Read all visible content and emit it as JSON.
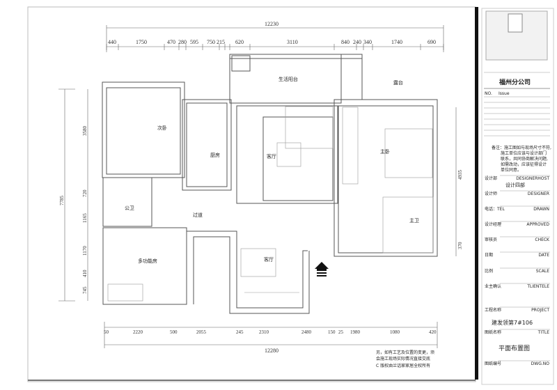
{
  "rooms": {
    "second_bedroom": "次卧",
    "kitchen": "厨房",
    "living_room": "客厅",
    "utility_balcony": "生活阳台",
    "terrace": "露台",
    "master_bedroom": "主卧",
    "master_bath": "主卫",
    "public_bath": "公卫",
    "corridor": "过道",
    "multi_room": "多功能房",
    "dining_living": "客厅"
  },
  "dimensions": {
    "top_total": "12230",
    "top": [
      "440",
      "1750",
      "470",
      "280",
      "595",
      "750",
      "215",
      "620",
      "3110",
      "840",
      "240",
      "340",
      "1740",
      "690"
    ],
    "bottom": [
      "50",
      "2220",
      "500",
      "2055",
      "245",
      "2310",
      "2480",
      "150",
      "25",
      "1980",
      "1080",
      "420"
    ],
    "bottom_total": "12280",
    "left": [
      "3580",
      "720",
      "1165",
      "1170",
      "410",
      "745"
    ],
    "left_total": "7785",
    "right": [
      "4935",
      "370"
    ]
  },
  "notes": [
    "另，如有工艺及位置的变更，须",
    "会施工现场实际情况直接交底",
    "C     版权由兰话家家居全权所有"
  ],
  "title_block": {
    "company": "福州分公司",
    "no_label": "NO.",
    "issue_label": "Issue",
    "remark": [
      "备注：施工图如与现场尺寸不符,",
      "施工单位应该与设计部门",
      "联系，共同协商解决问题,",
      "如需改动，应该征得设计",
      "单位同意。"
    ],
    "rows": [
      {
        "cn": "设计部",
        "en": "DESIGNERHOST"
      },
      {
        "cn": "设计师",
        "en": "DESIGNER"
      },
      {
        "cn": "电话：TEL",
        "en": "DRAWN"
      },
      {
        "cn": "设计经理",
        "en": "APPROVED"
      },
      {
        "cn": "审核员",
        "en": "CHECK"
      },
      {
        "cn": "日期",
        "en": "DATE"
      },
      {
        "cn": "比例",
        "en": "SCALE"
      },
      {
        "cn": "业主确认",
        "en": "TLIENTELE"
      },
      {
        "cn": "工程名称",
        "en": "PROJECT"
      },
      {
        "cn": "图纸名称",
        "en": "TITLE"
      },
      {
        "cn": "图纸编号",
        "en": "DWG.NO"
      }
    ],
    "department": "设计四部",
    "project_name": "建发领第7#106",
    "drawing_title": "平面布置图"
  }
}
